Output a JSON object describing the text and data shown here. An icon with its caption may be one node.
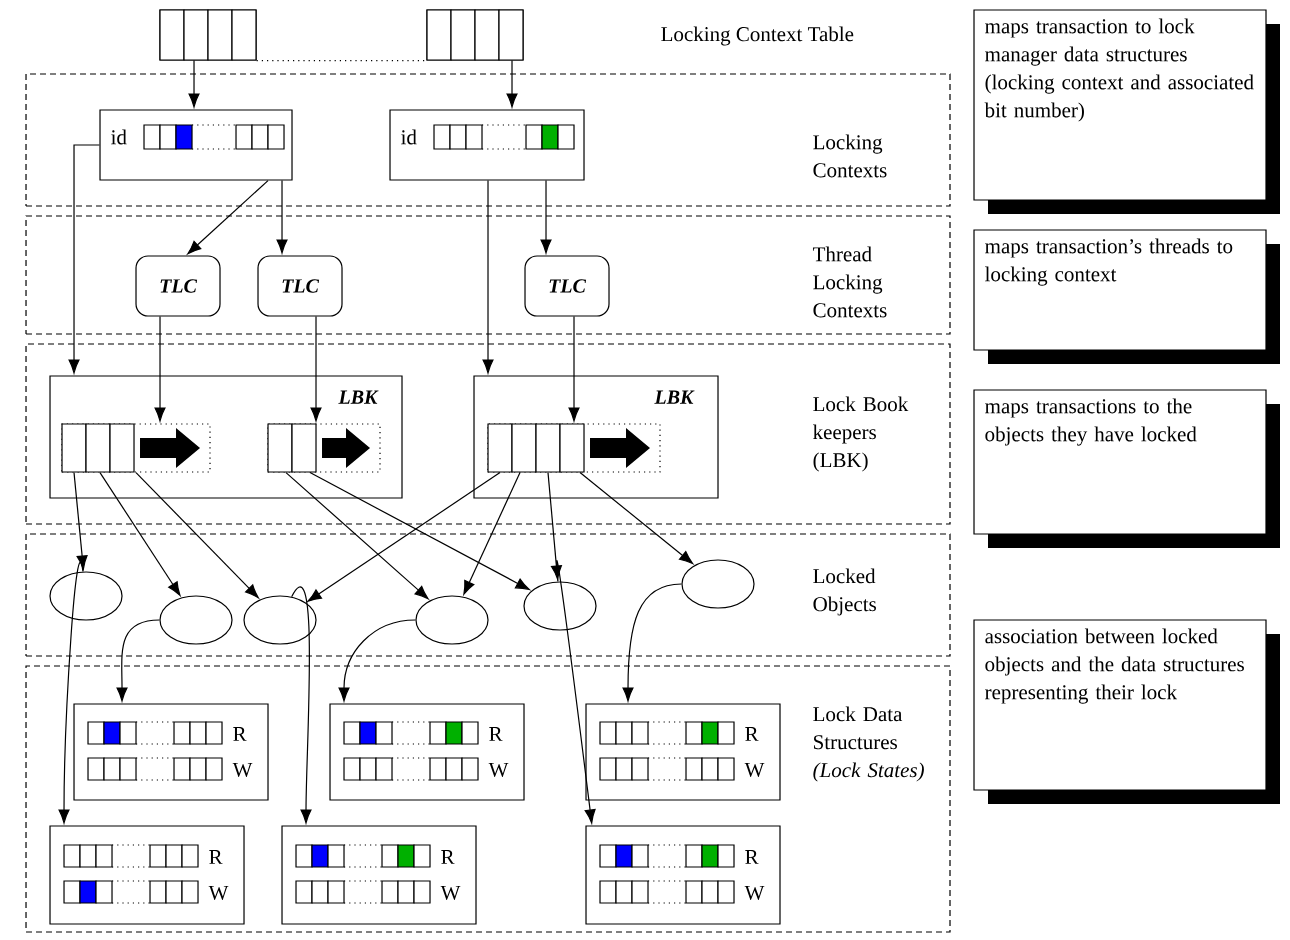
{
  "diagram": {
    "nodes": [
      {
        "text": [],
        "shape": "box"
      },
      {
        "text": [],
        "shape": "box"
      },
      {
        "text": [
          "Locking Contexts"
        ]
      },
      {
        "text": [
          "id"
        ],
        "in": 2
      },
      {
        "text": [
          "id"
        ],
        "in": 2
      },
      {
        "text": [
          "Thread Locking Contexts"
        ]
      },
      {
        "text": [
          "TLC"
        ],
        "in": 5
      },
      {
        "text": [
          "TLC"
        ],
        "in": 5
      },
      {
        "text": [
          "TLC"
        ],
        "in": 5
      },
      {
        "text": [
          "Lock Book keepers (LBK)"
        ]
      },
      {
        "text": [
          "LBK"
        ],
        "in": 9
      },
      {
        "text": [
          "LBK"
        ],
        "in": 9
      },
      {
        "text": [],
        "shape": "box",
        "in": 10
      },
      {
        "text": [],
        "shape": "box",
        "in": 10
      },
      {
        "text": [],
        "shape": "box",
        "in": 11
      },
      {
        "text": [
          "Locked Objects"
        ]
      },
      {
        "text": [],
        "shape": "ellipse",
        "in": 15
      },
      {
        "text": [],
        "shape": "ellipse",
        "in": 15
      },
      {
        "text": [],
        "shape": "ellipse",
        "in": 15
      },
      {
        "text": [],
        "shape": "ellipse",
        "in": 15
      },
      {
        "text": [],
        "shape": "ellipse",
        "in": 15
      },
      {
        "text": [],
        "shape": "ellipse",
        "in": 15
      },
      {
        "text": [
          "Lock Data Structures *(Lock States)*"
        ]
      },
      {
        "text": [
          "R",
          "W"
        ],
        "in": 22
      },
      {
        "text": [
          "R",
          "W"
        ],
        "in": 22
      },
      {
        "text": [
          "R",
          "W"
        ],
        "in": 22
      },
      {
        "text": [
          "R",
          "W"
        ],
        "in": 22
      },
      {
        "text": [
          "R",
          "W"
        ],
        "in": 22
      },
      {
        "text": [
          "R",
          "W"
        ],
        "in": 22
      },
      {
        "text": [
          "maps transaction to lock manager data structures (locking context and associated bit number)"
        ]
      },
      {
        "text": [
          "maps transaction’s threads to locking context"
        ]
      },
      {
        "text": [
          "maps transactions to the objects they have locked"
        ]
      },
      {
        "text": [
          "association between locked objects and the data structures representing their lock"
        ]
      }
    ],
    "edges": [
      {
        "from": 0,
        "to": 1,
        "arrow": "none",
        "style": "dashed"
      },
      {
        "from": 0,
        "to": 3,
        "arrow": "to"
      },
      {
        "from": 1,
        "to": 4,
        "arrow": "to"
      },
      {
        "from": 3,
        "to": 6,
        "arrow": "to"
      },
      {
        "from": 3,
        "to": 7,
        "arrow": "to"
      },
      {
        "from": 3,
        "to": 10,
        "arrow": "to"
      },
      {
        "from": 4,
        "to": 8,
        "arrow": "to"
      },
      {
        "from": 4,
        "to": 11,
        "arrow": "to"
      },
      {
        "from": 6,
        "to": 12,
        "arrow": "to"
      },
      {
        "from": 7,
        "to": 13,
        "arrow": "to"
      },
      {
        "from": 8,
        "to": 14,
        "arrow": "to"
      },
      {
        "from": 12,
        "to": 16,
        "arrow": "to"
      },
      {
        "from": 12,
        "to": 17,
        "arrow": "to"
      },
      {
        "from": 12,
        "to": 18,
        "arrow": "to"
      },
      {
        "from": 13,
        "to": 19,
        "arrow": "to"
      },
      {
        "from": 13,
        "to": 20,
        "arrow": "to"
      },
      {
        "from": 14,
        "to": 18,
        "arrow": "to"
      },
      {
        "from": 14,
        "to": 19,
        "arrow": "to"
      },
      {
        "from": 14,
        "to": 20,
        "arrow": "to"
      },
      {
        "from": 14,
        "to": 21,
        "arrow": "to"
      },
      {
        "from": 16,
        "to": 26,
        "arrow": "to"
      },
      {
        "from": 17,
        "to": 23,
        "arrow": "to"
      },
      {
        "from": 18,
        "to": 27,
        "arrow": "to"
      },
      {
        "from": 19,
        "to": 24,
        "arrow": "to"
      },
      {
        "from": 20,
        "to": 28,
        "arrow": "to"
      },
      {
        "from": 21,
        "to": 25,
        "arrow": "to"
      }
    ],
    "labels": [
      "Locking Context Table"
    ]
  }
}
